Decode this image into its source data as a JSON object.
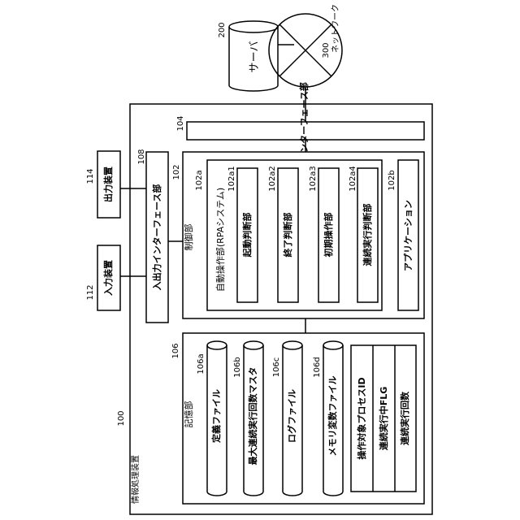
{
  "diagram": {
    "server": {
      "label": "サーバ",
      "ref": "200"
    },
    "network": {
      "label": "ネットワーク",
      "ref": "300"
    },
    "apparatus": {
      "label": "情報処理装置",
      "ref": "100"
    },
    "comm_if": {
      "label": "通信インターフェース部",
      "ref": "104"
    },
    "io_if": {
      "label": "入出力インターフェース部",
      "ref": "108"
    },
    "output_device": {
      "label": "出力装置",
      "ref": "114"
    },
    "input_device": {
      "label": "入力装置",
      "ref": "112"
    },
    "control": {
      "label": "制御部",
      "ref": "102",
      "rpa": {
        "label": "自動操作部(RPAシステム)",
        "ref": "102a",
        "modules": [
          {
            "label": "起動判断部",
            "ref": "102a1"
          },
          {
            "label": "終了判断部",
            "ref": "102a2"
          },
          {
            "label": "初期操作部",
            "ref": "102a3"
          },
          {
            "label": "連続実行判断部",
            "ref": "102a4"
          }
        ]
      },
      "application": {
        "label": "アプリケーション",
        "ref": "102b"
      }
    },
    "storage": {
      "label": "記憶部",
      "ref": "106",
      "files": [
        {
          "label": "定義ファイル",
          "ref": "106a"
        },
        {
          "label": "最大連続実行回数マスタ",
          "ref": "106b"
        },
        {
          "label": "ログファイル",
          "ref": "106c"
        }
      ],
      "memory": {
        "label": "メモリ変数ファイル",
        "ref": "106d",
        "fields": [
          {
            "label": "操作対象プロセスID"
          },
          {
            "label": "連続実行中FLG"
          },
          {
            "label": "連続実行回数"
          }
        ]
      }
    }
  }
}
